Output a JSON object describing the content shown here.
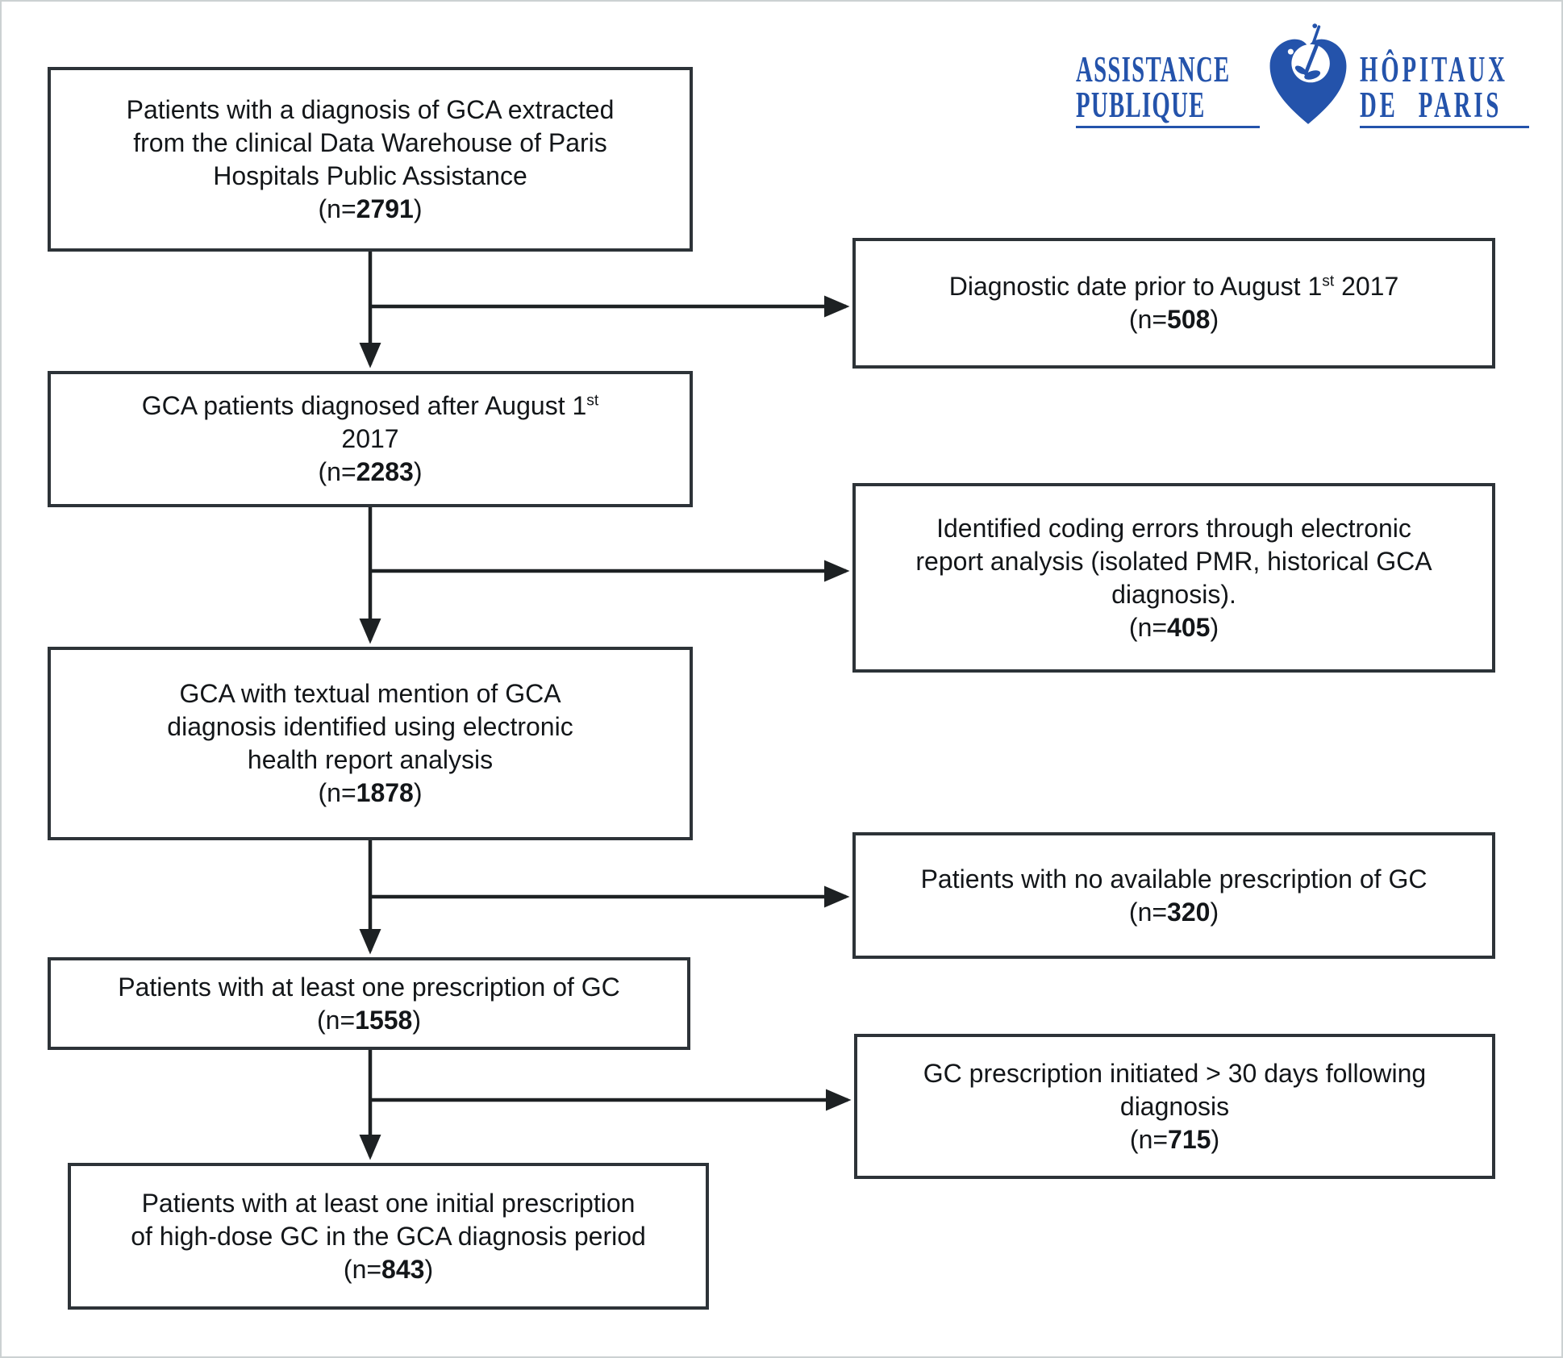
{
  "page": {
    "background": "#ffffff",
    "frame_color": "#ccd1d2",
    "box_border_color": "#2d3338",
    "arrow_color": "#1d2123",
    "text_color": "#131619"
  },
  "logo": {
    "left_line1": "ASSISTANCE",
    "left_line2": "PUBLIQUE",
    "right_line1": "HÔPITAUX",
    "right_line2": "DE PARIS",
    "color": "#2453ab",
    "heart_icon": "aphp-heart"
  },
  "flowchart": {
    "main_boxes": [
      {
        "name": "gca-diagnosis-extracted",
        "n": 2791,
        "lines": [
          [
            {
              "t": "Patients with a diagnosis of GCA extracted"
            }
          ],
          [
            {
              "t": "from the clinical Data Warehouse of Paris"
            }
          ],
          [
            {
              "t": "Hospitals Public Assistance"
            }
          ],
          [
            {
              "t": "(n="
            },
            {
              "t": "2791",
              "b": true
            },
            {
              "t": ")"
            }
          ]
        ]
      },
      {
        "name": "diagnosed-after-august-2017",
        "n": 2283,
        "lines": [
          [
            {
              "t": "GCA patients diagnosed after August 1"
            },
            {
              "t": "st",
              "sup": true
            }
          ],
          [
            {
              "t": "2017"
            }
          ],
          [
            {
              "t": "(n="
            },
            {
              "t": "2283",
              "b": true
            },
            {
              "t": ")"
            }
          ]
        ]
      },
      {
        "name": "textual-mention-gca",
        "n": 1878,
        "lines": [
          [
            {
              "t": "GCA with textual mention of GCA"
            }
          ],
          [
            {
              "t": "diagnosis identified using electronic"
            }
          ],
          [
            {
              "t": "health report analysis"
            }
          ],
          [
            {
              "t": "(n="
            },
            {
              "t": "1878",
              "b": true
            },
            {
              "t": ")"
            }
          ]
        ]
      },
      {
        "name": "at-least-one-prescription-gc",
        "n": 1558,
        "lines": [
          [
            {
              "t": "Patients with at least one prescription of GC"
            }
          ],
          [
            {
              "t": "(n="
            },
            {
              "t": "1558",
              "b": true
            },
            {
              "t": ")"
            }
          ]
        ]
      },
      {
        "name": "initial-high-dose-gc",
        "n": 843,
        "lines": [
          [
            {
              "t": "Patients with at least one initial prescription"
            }
          ],
          [
            {
              "t": "of high-dose GC in the GCA diagnosis period"
            }
          ],
          [
            {
              "t": "(n="
            },
            {
              "t": "843",
              "b": true
            },
            {
              "t": ")"
            }
          ]
        ]
      }
    ],
    "exclusion_boxes": [
      {
        "name": "diagnostic-date-prior",
        "n": 508,
        "lines": [
          [
            {
              "t": "Diagnostic date prior to August 1"
            },
            {
              "t": "st",
              "sup": true
            },
            {
              "t": " 2017"
            }
          ],
          [
            {
              "t": "(n="
            },
            {
              "t": "508",
              "b": true
            },
            {
              "t": ")"
            }
          ]
        ]
      },
      {
        "name": "coding-errors",
        "n": 405,
        "lines": [
          [
            {
              "t": "Identified coding errors through electronic"
            }
          ],
          [
            {
              "t": "report analysis (isolated PMR, historical GCA"
            }
          ],
          [
            {
              "t": "diagnosis)."
            }
          ],
          [
            {
              "t": "(n="
            },
            {
              "t": "405",
              "b": true
            },
            {
              "t": ")"
            }
          ]
        ]
      },
      {
        "name": "no-available-prescription",
        "n": 320,
        "lines": [
          [
            {
              "t": "Patients with no available prescription of GC"
            }
          ],
          [
            {
              "t": "(n="
            },
            {
              "t": "320",
              "b": true
            },
            {
              "t": ")"
            }
          ]
        ]
      },
      {
        "name": "late-gc-initiation",
        "n": 715,
        "lines": [
          [
            {
              "t": "GC prescription initiated > 30 days following"
            }
          ],
          [
            {
              "t": "diagnosis"
            }
          ],
          [
            {
              "t": "(n="
            },
            {
              "t": "715",
              "b": true
            },
            {
              "t": ")"
            }
          ]
        ]
      }
    ]
  }
}
